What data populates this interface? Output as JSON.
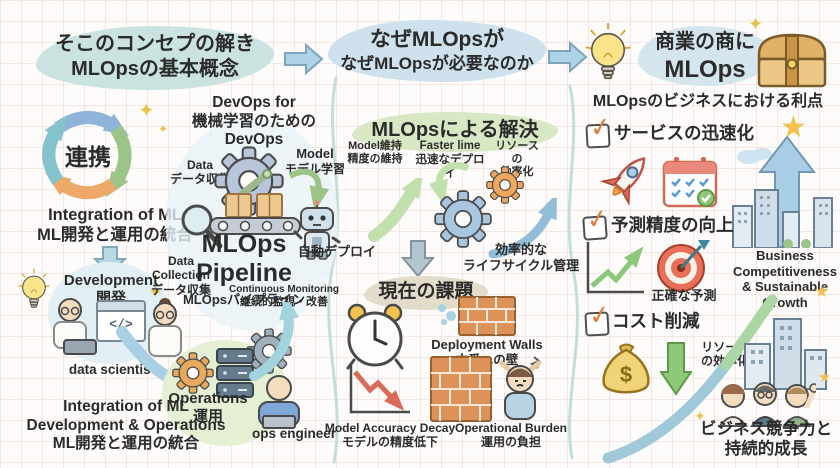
{
  "palette": {
    "ink": "#2b2b2b",
    "highlight_teal": "#cbe3e0",
    "highlight_blue": "#cfe1ec",
    "highlight_green": "#d9e8c4",
    "highlight_sand": "#e3dccb",
    "check_orange": "#e07b39",
    "arrow_blue": "#aed2e8",
    "gold": "#f2c14e"
  },
  "icons": {
    "star": "★",
    "sparkle": "✦",
    "check": "✓",
    "code": "</>",
    "dollar": "$"
  },
  "headers": {
    "s1": {
      "l1": "そこのコンセプの解き",
      "l2": "MLOpsの基本概念"
    },
    "s2": {
      "l1": "なぜMLOpsが",
      "l2": "なぜMLOpsが必要なのか"
    },
    "s3": {
      "l1": "商業の商に",
      "l2": "MLOps",
      "sub": "MLOpsのビジネスにおける利点"
    }
  },
  "left": {
    "cycle_center": "連携",
    "integration_top": {
      "l1": "Integration of ML",
      "l2": "ML開発と運用の統合"
    },
    "devops_heading": {
      "l1": "DevOps for",
      "l2": "機械学習のための",
      "l3": "DevOps"
    },
    "development": {
      "l1": "Development",
      "l2": "開発"
    },
    "data_scientist": "data scientist",
    "data_label": {
      "l1": "Data",
      "l2": "データ収集"
    },
    "model_label": {
      "l1": "Model",
      "l2": "モデル学習"
    },
    "pipeline": {
      "l1": "MLOps",
      "l2": "Pipeline",
      "sub": "MLOpsパイプライン"
    },
    "auto_deploy": "自動デプロイ",
    "data_collection": {
      "l1": "Data",
      "l2": "Collection",
      "l3": "データ収集"
    },
    "monitoring": {
      "l1": "Continuous Monitoring",
      "l2": "継続的監視・改善"
    },
    "operations": {
      "l1": "Operations",
      "l2": "運用"
    },
    "ops_engineer": "ops engineer",
    "integration_bottom": {
      "l1": "Integration of ML",
      "l2": "Development & Operations",
      "l3": "ML開発と運用の統合"
    }
  },
  "solution": {
    "title": "MLOpsによる解決",
    "item1": {
      "l1": "Model維持",
      "l2": "精度の維持"
    },
    "item2": {
      "l1": "Faster lime",
      "l2": "迅速なデプロイ"
    },
    "item3": {
      "l1": "リソースの",
      "l2": "効率化"
    },
    "lifecycle": {
      "l1": "効率的な",
      "l2": "ライフサイクル管理"
    }
  },
  "problems": {
    "title": "現在の課題",
    "wall": {
      "l1": "Deployment Walls",
      "l2": "本番への壁"
    },
    "decay": {
      "l1": "Model Accuracy Decay",
      "l2": "モデルの精度低下"
    },
    "burden": {
      "l1": "Operational Burden",
      "l2": "運用の負担"
    }
  },
  "benefits": {
    "check1": "サービスの迅速化",
    "check2": "予測精度の向上",
    "accurate": "正確な予測",
    "check3": "コスト削減",
    "resource": {
      "l1": "リソース",
      "l2": "の効率化"
    },
    "business": {
      "l1": "Business",
      "l2": "Competitiveness",
      "l3": "& Sustainable",
      "l4": "Growth"
    },
    "growth": {
      "l1": "ビジネス競争力と",
      "l2": "持続的成長"
    }
  }
}
